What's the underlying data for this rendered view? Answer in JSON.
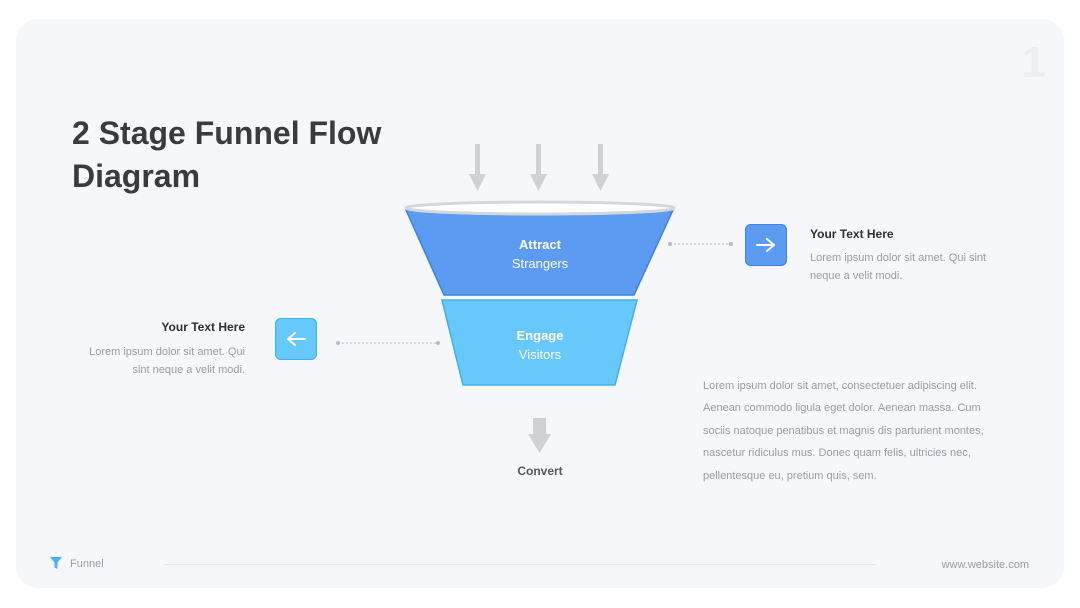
{
  "slide": {
    "page_number": "1",
    "title": "2 Stage Funnel Flow Diagram"
  },
  "funnel": {
    "stages": [
      {
        "title": "Attract",
        "subtitle": "Strangers",
        "color": "#5b9cf2"
      },
      {
        "title": "Engage",
        "subtitle": "Visitors",
        "color": "#66c8fb"
      }
    ],
    "output_label": "Convert"
  },
  "callouts": {
    "right": {
      "title": "Your Text Here",
      "text": "Lorem ipsum dolor sit amet. Qui sint neque a velit modi.",
      "icon": "arrow-right-icon",
      "color": "#5b9cf2"
    },
    "left": {
      "title": "Your Text Here",
      "text": "Lorem ipsum dolor sit amet. Qui sint neque a velit modi.",
      "icon": "arrow-left-icon",
      "color": "#66c8fb"
    }
  },
  "paragraph": "Lorem ipsum dolor sit amet, consectetuer adipiscing elit. Aenean commodo ligula eget dolor. Aenean massa. Cum sociis natoque penatibus et magnis dis parturient montes, nascetur ridiculus mus. Donec quam felis, ultricies nec, pellentesque eu, pretium quis, sem.",
  "footer": {
    "brand_icon": "funnel-icon",
    "brand_label": "Funnel",
    "url": "www.website.com"
  }
}
